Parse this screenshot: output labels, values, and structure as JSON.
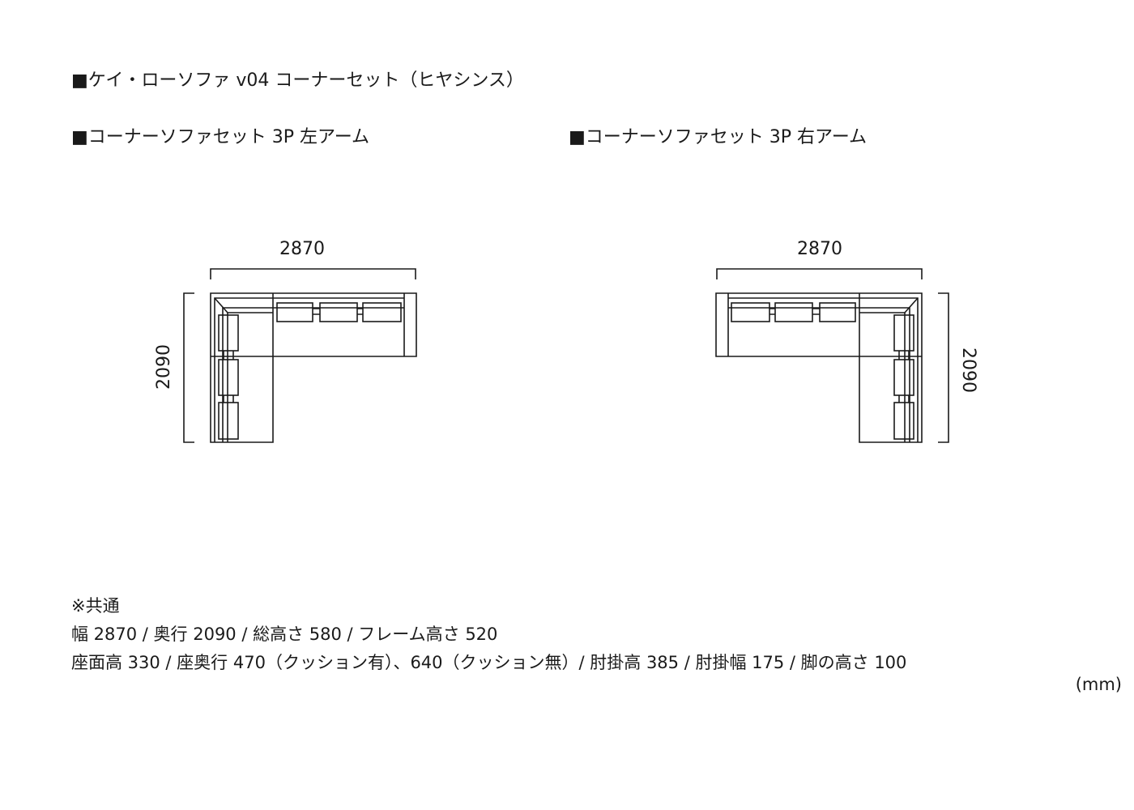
{
  "title": "■ケイ・ローソファ v04 コーナーセット（ヒヤシンス）",
  "variants": [
    {
      "heading": "■コーナーソファセット 3P 左アーム",
      "width_label": "2870",
      "depth_label": "2090"
    },
    {
      "heading": "■コーナーソファセット 3P 右アーム",
      "width_label": "2870",
      "depth_label": "2090"
    }
  ],
  "notes": {
    "heading": "※共通",
    "line1": "幅 2870 / 奥行 2090  / 総高さ 580 / フレーム高さ 520",
    "line2": "座面高 330 / 座奥行 470（クッション有）、640（クッション無）/ 肘掛高 385 / 肘掛幅 175 / 脚の高さ 100",
    "unit": "(mm)"
  }
}
